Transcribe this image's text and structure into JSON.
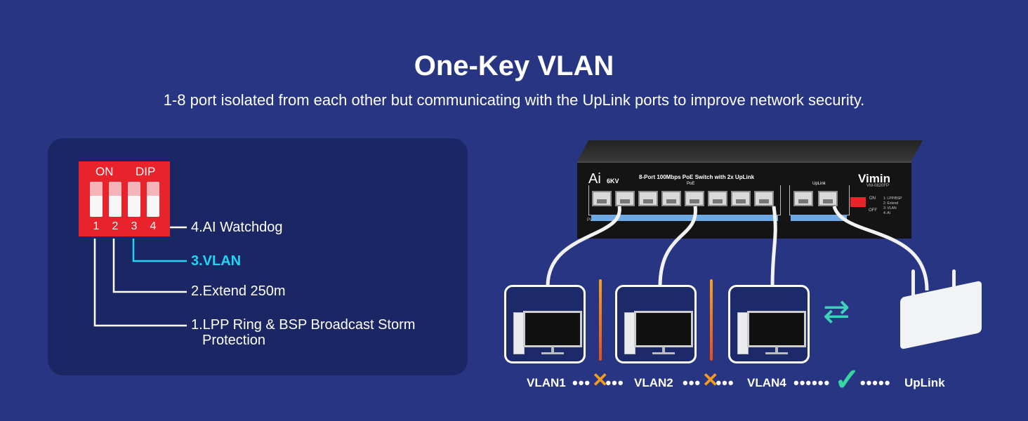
{
  "header": {
    "title": "One-Key VLAN",
    "subtitle": "1-8 port isolated from each other but communicating with the UpLink ports to improve network security."
  },
  "dip_panel": {
    "on_label": "ON",
    "dip_label": "DIP",
    "switch_numbers": [
      "1",
      "2",
      "3",
      "4"
    ],
    "options": {
      "watchdog": "4.AI Watchdog",
      "vlan": "3.VLAN",
      "extend": "2.Extend 250m",
      "lpp_line1": "1.LPP Ring & BSP Broadcast Storm",
      "lpp_line2": "Protection"
    },
    "highlight_color": "#1fd6f2"
  },
  "switch_device": {
    "ai_label": "Ai",
    "kv_label": "6KV",
    "model_text": "8-Port 100Mbps PoE Switch with 2x UpLink",
    "poe_label": "PoE",
    "uplink_label": "UpLink",
    "brand": "Vimin",
    "part_number": "VM-0820FP",
    "pwr_label": "PWR",
    "on_mark": "ON",
    "off_mark": "OFF",
    "dip_legend": [
      "1: LPP/BSP",
      "2: Extend",
      "3: VLAN",
      "4: AI"
    ]
  },
  "network": {
    "labels": {
      "vlan1": "VLAN1",
      "vlan2": "VLAN2",
      "vlan4": "VLAN4",
      "uplink": "UpLink"
    },
    "blocked_color": "#f89a1c",
    "allowed_color": "#35d6a2"
  }
}
